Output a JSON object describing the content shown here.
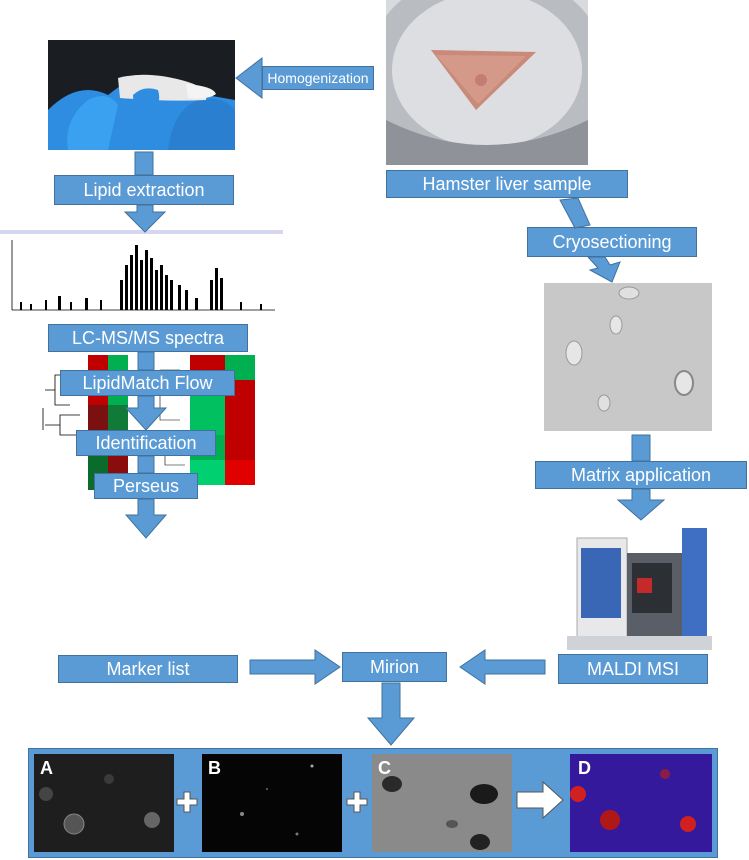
{
  "boxes": {
    "homogenization": "Homogenization",
    "lipid_extraction": "Lipid extraction",
    "hamster_liver": "Hamster liver sample",
    "cryosectioning": "Cryosectioning",
    "lcms_spectra": "LC-MS/MS spectra",
    "lipidmatch_flow": "LipidMatch Flow",
    "identification": "Identification",
    "perseus": "Perseus",
    "matrix_application": "Matrix application",
    "marker_list": "Marker list",
    "mirion": "Mirion",
    "maldi_msi": "MALDI MSI"
  },
  "panels": {
    "a": "A",
    "b": "B",
    "c": "C",
    "d": "D"
  },
  "colors": {
    "box_fill": "#5b9bd5",
    "box_border": "#41719c",
    "arrow_fill": "#5b9bd5",
    "glove_blue": "#2e8de0",
    "heatmap_red": "#c00000",
    "heatmap_green": "#00b050",
    "overlay_blue": "#1a1aa8"
  },
  "icons": [
    "arrow-icon",
    "plus-icon",
    "white-arrow-icon"
  ]
}
